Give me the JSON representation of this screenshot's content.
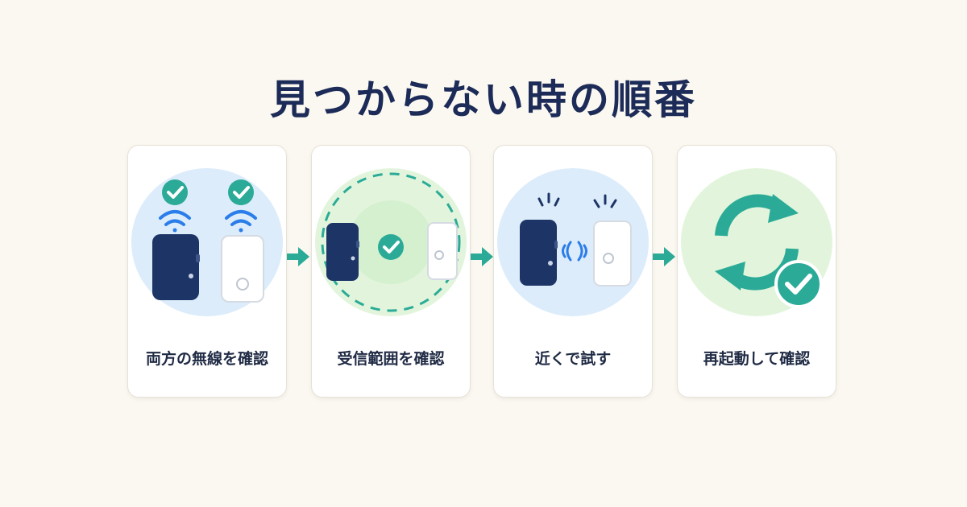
{
  "title": "見つからない時の順番",
  "steps": [
    {
      "label": "両方の無線を確認",
      "icons": [
        "check-icon",
        "wifi-icon",
        "navy-receiver-device",
        "white-transmitter-device"
      ]
    },
    {
      "label": "受信範囲を確認",
      "icons": [
        "range-circle-icon",
        "check-icon",
        "navy-receiver-device",
        "white-transmitter-device"
      ]
    },
    {
      "label": "近くで試す",
      "icons": [
        "signal-waves-icon",
        "navy-receiver-device",
        "white-transmitter-device"
      ]
    },
    {
      "label": "再起動して確認",
      "icons": [
        "restart-arrows-icon",
        "check-icon"
      ]
    }
  ],
  "colors": {
    "title": "#1c2b57",
    "navy_device": "#1d3566",
    "accent_teal": "#2bab97",
    "signal_blue": "#2b7de9",
    "blue_bg": "#dcecfb",
    "green_bg": "#e2f5dc"
  }
}
